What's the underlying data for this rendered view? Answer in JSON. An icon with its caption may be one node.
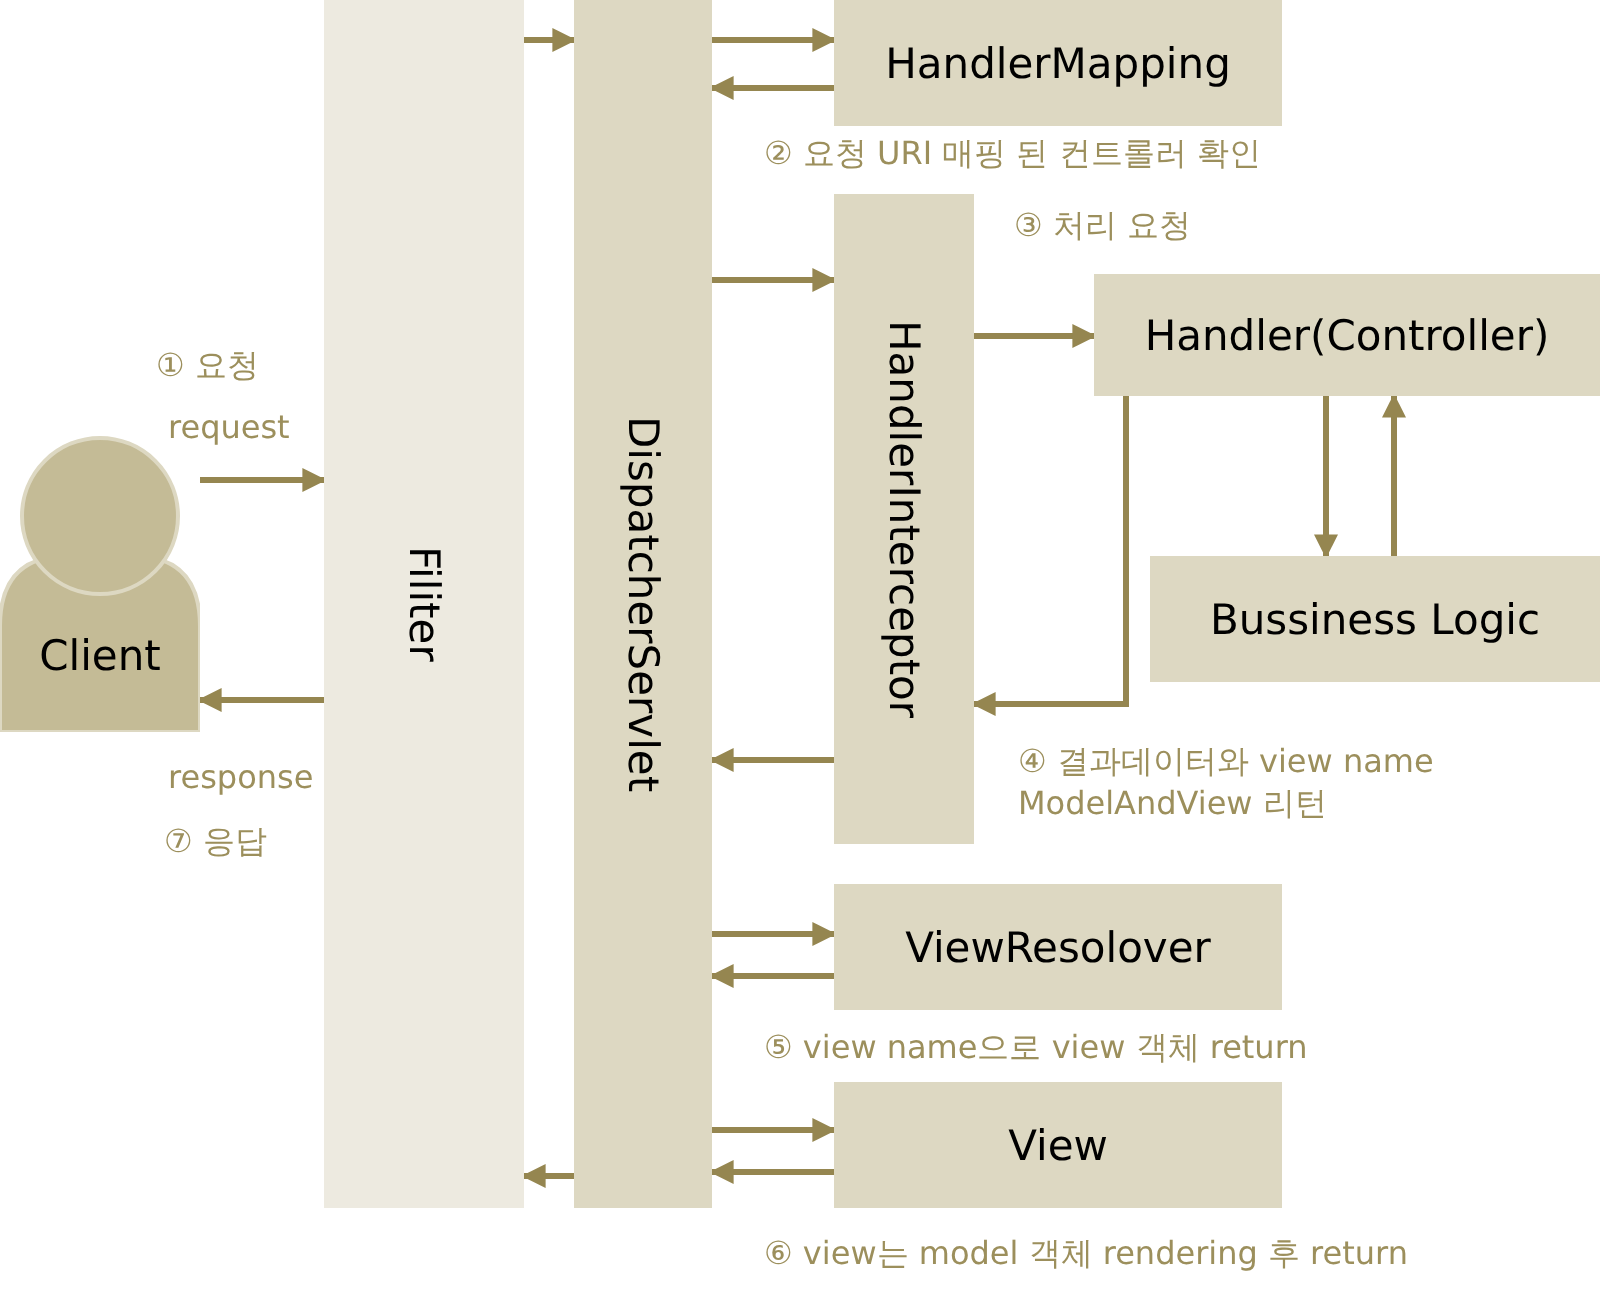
{
  "diagram": {
    "nodes": [
      {
        "text": [
          "Client"
        ]
      },
      {
        "text": [
          "Filiter"
        ]
      },
      {
        "text": [
          "DispatcherServlet"
        ]
      },
      {
        "text": [
          "HandlerMapping"
        ]
      },
      {
        "text": [
          "HandlerInterceptor"
        ]
      },
      {
        "text": [
          "Handler(Controller)"
        ]
      },
      {
        "text": [
          "Bussiness Logic"
        ]
      },
      {
        "text": [
          "ViewResolover"
        ]
      },
      {
        "text": [
          "View"
        ]
      }
    ],
    "edges": [
      {
        "from": 0,
        "to": 1,
        "arrow": "to",
        "label": "request"
      },
      {
        "from": 1,
        "to": 2,
        "arrow": "to"
      },
      {
        "from": 2,
        "to": 3,
        "arrow": "to"
      },
      {
        "from": 3,
        "to": 2,
        "arrow": "to"
      },
      {
        "from": 2,
        "to": 4,
        "arrow": "to"
      },
      {
        "from": 4,
        "to": 5,
        "arrow": "to"
      },
      {
        "from": 5,
        "to": 6,
        "arrow": "to"
      },
      {
        "from": 6,
        "to": 5,
        "arrow": "to"
      },
      {
        "from": 5,
        "to": 4,
        "arrow": "to"
      },
      {
        "from": 4,
        "to": 2,
        "arrow": "to"
      },
      {
        "from": 2,
        "to": 7,
        "arrow": "to"
      },
      {
        "from": 7,
        "to": 2,
        "arrow": "to"
      },
      {
        "from": 2,
        "to": 8,
        "arrow": "to"
      },
      {
        "from": 8,
        "to": 2,
        "arrow": "to"
      },
      {
        "from": 2,
        "to": 1,
        "arrow": "to"
      },
      {
        "from": 1,
        "to": 0,
        "arrow": "to",
        "label": "response"
      }
    ],
    "labels": [
      "② 요청 URI 매핑 된 컨트롤러 확인",
      "③ 처리 요청",
      "① 요청",
      "④ 결과데이터와 view name ModelAndView 리턴",
      "⑦ 응답",
      "⑤ view name으로 view 객체 return",
      "⑥ view는 model 객체 rendering 후 return"
    ]
  }
}
